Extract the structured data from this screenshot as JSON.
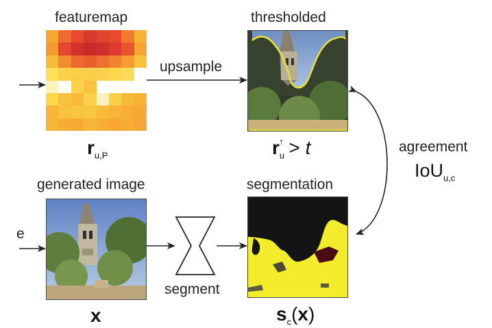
{
  "labels": {
    "featuremap": "featuremap",
    "thresholded": "thresholded",
    "upsample": "upsample",
    "generated_image": "generated image",
    "segmentation": "segmentation",
    "segment": "segment",
    "agreement": "agreement",
    "cut_label": "e"
  },
  "math": {
    "r_main": "r",
    "r_sub": "u,P",
    "rt_main": "r",
    "rt_sub": "u",
    "rt_sup": "↑",
    "rt_gt": ">",
    "rt_t": "t",
    "x": "x",
    "s_main": "s",
    "s_sub": "c",
    "s_open": "(",
    "s_x": "x",
    "s_close": ")",
    "iou_main": "IoU",
    "iou_sub": "u,c"
  },
  "heatmap": [
    [
      "#f7a830",
      "#ef6a2e",
      "#e84a2e",
      "#d93a2c",
      "#e2432e",
      "#e84a2e",
      "#f07a30",
      "#f8b234"
    ],
    [
      "#f39a30",
      "#e3452d",
      "#d4302b",
      "#c92a2a",
      "#d0302b",
      "#dc3a2c",
      "#e9552e",
      "#f6a432"
    ],
    [
      "#f8bb36",
      "#f28a30",
      "#ec6a2f",
      "#e9602e",
      "#ee7030",
      "#f28431",
      "#f59c32",
      "#fac23a"
    ],
    [
      "#fce05a",
      "#fbd24a",
      "#fbce48",
      "#fccf4a",
      "#fcd24c",
      "#fcd84e",
      "#fcdc56",
      "#ffffff"
    ],
    [
      "#f9f4b8",
      "#ffffff",
      "#fcd248",
      "#fac23e",
      "#ffffff",
      "#ffffff",
      "#ffffff",
      "#ffffff"
    ],
    [
      "#fbd84a",
      "#f9c03e",
      "#f8ba3a",
      "#fbd04a",
      "#f9f0c0",
      "#fbcf48",
      "#f8b83a",
      "#f7b236"
    ],
    [
      "#f8b638",
      "#f9c23e",
      "#f9c43e",
      "#fac840",
      "#f9bc3a",
      "#f8b438",
      "#f7ae34",
      "#f6aa34"
    ],
    [
      "#f8b438",
      "#f7ae34",
      "#f6aa34",
      "#f8b638",
      "#f7ae34",
      "#f6a832",
      "#f7ac34",
      "#f6a634"
    ]
  ]
}
